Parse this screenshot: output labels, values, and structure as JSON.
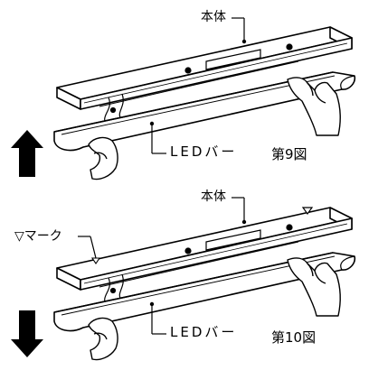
{
  "figures": [
    {
      "caption": "第9図",
      "labels": {
        "body": "本体",
        "led_bar": "LEDバー"
      },
      "arrow": "up"
    },
    {
      "caption": "第10図",
      "labels": {
        "body": "本体",
        "led_bar": "LEDバー",
        "mark": "▽マーク"
      },
      "arrow": "down"
    }
  ]
}
